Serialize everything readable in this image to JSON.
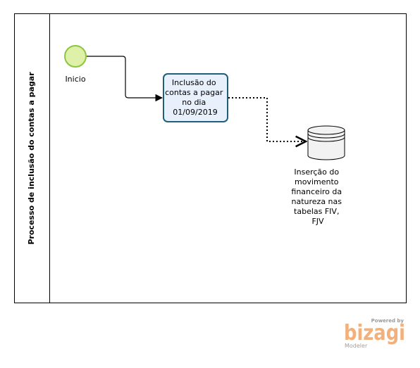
{
  "pool": {
    "label": "Processo de inclusão do contas a pagar"
  },
  "start_event": {
    "label": "Inicio",
    "fill": "#dff0a8",
    "stroke": "#8cc63f"
  },
  "task": {
    "label_lines": [
      "Inclusão do",
      "contas a pagar",
      "no dia",
      "01/09/2019"
    ],
    "fill": "#e8f0fb",
    "stroke": "#1f5f7a"
  },
  "data_store": {
    "label_lines": [
      "Inserção do",
      "movimento",
      "financeiro da",
      "natureza nas",
      "tabelas FIV,",
      "FJV"
    ]
  },
  "branding": {
    "powered_by": "Powered by",
    "brand": "bizagi",
    "product": "Modeler",
    "color": "#f3b07a"
  }
}
